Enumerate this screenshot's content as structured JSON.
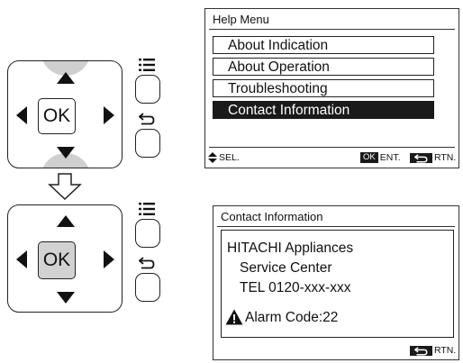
{
  "controller": {
    "ok_label": "OK"
  },
  "screen1": {
    "title": "Help Menu",
    "items": [
      {
        "label": "About Indication",
        "selected": false
      },
      {
        "label": "About Operation",
        "selected": false
      },
      {
        "label": "Troubleshooting",
        "selected": false
      },
      {
        "label": "Contact Information",
        "selected": true
      }
    ],
    "footer": {
      "sel_label": "SEL.",
      "ok_key": "OK",
      "ent_label": "ENT.",
      "rtn_label": "RTN."
    }
  },
  "screen2": {
    "title": "Contact Information",
    "company": "HITACHI Appliances",
    "service": "Service Center",
    "tel": "TEL 0120-xxx-xxx",
    "alarm": "Alarm Code:22",
    "footer": {
      "rtn_label": "RTN."
    }
  },
  "icons": {
    "up": "arrow-up-icon",
    "down": "arrow-down-icon",
    "left": "arrow-left-icon",
    "right": "arrow-right-icon",
    "menu": "menu-list-icon",
    "return": "return-arrow-icon",
    "warning": "warning-triangle-icon",
    "flow": "flow-down-arrow-icon"
  }
}
